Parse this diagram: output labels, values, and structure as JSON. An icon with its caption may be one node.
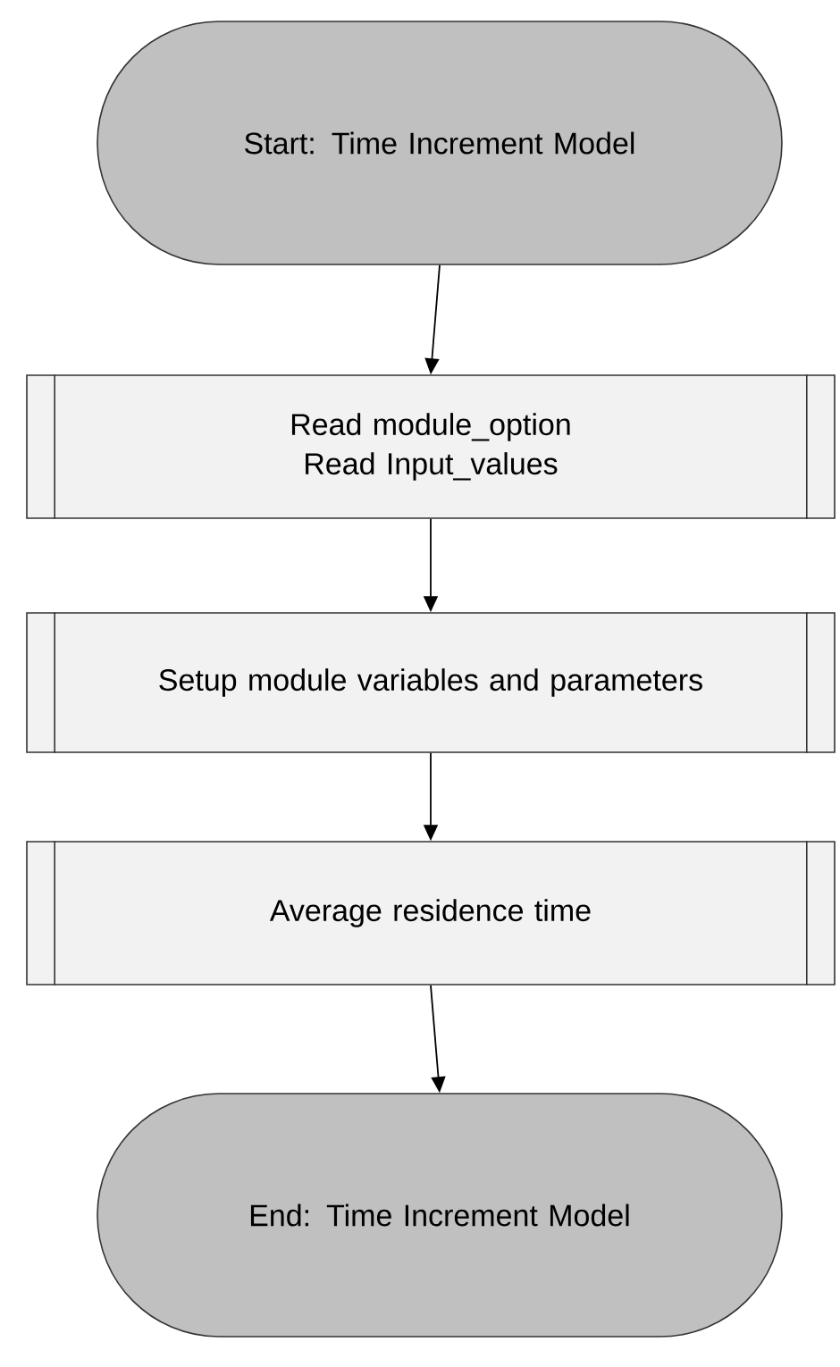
{
  "diagram": {
    "nodes": [
      {
        "text": [
          "Start: Time Increment Model"
        ]
      },
      {
        "text": [
          "Read module_option",
          "Read Input_values"
        ]
      },
      {
        "text": [
          "Setup module variables and parameters"
        ]
      },
      {
        "text": [
          "Average residence time"
        ]
      },
      {
        "text": [
          "End: Time Increment Model"
        ]
      }
    ],
    "edges": [
      {
        "from": 0,
        "to": 1,
        "arrow": "to"
      },
      {
        "from": 1,
        "to": 2,
        "arrow": "to"
      },
      {
        "from": 2,
        "to": 3,
        "arrow": "to"
      },
      {
        "from": 3,
        "to": 4,
        "arrow": "to"
      }
    ]
  }
}
